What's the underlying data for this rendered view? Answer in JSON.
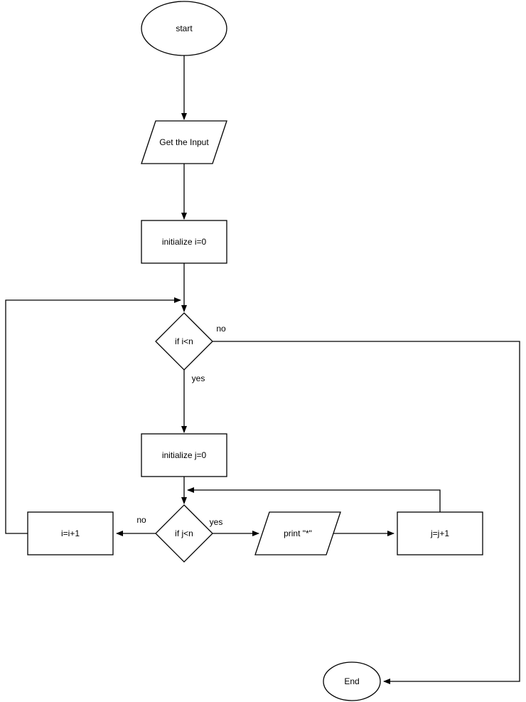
{
  "diagram": {
    "type": "flowchart",
    "background_color": "#ffffff",
    "stroke_color": "#000000",
    "shape_fill_color": "#ffffff",
    "text_color": "#000000",
    "nodes": {
      "start": {
        "label": "start",
        "shape": "terminator-ellipse"
      },
      "get_input": {
        "label": "Get the Input",
        "shape": "io-parallelogram"
      },
      "init_i": {
        "label": "initialize i=0",
        "shape": "process-rectangle"
      },
      "cond_i": {
        "label": "if i<n",
        "shape": "decision-diamond"
      },
      "init_j": {
        "label": "initialize j=0",
        "shape": "process-rectangle"
      },
      "cond_j": {
        "label": "if j<n",
        "shape": "decision-diamond"
      },
      "inc_i": {
        "label": "i=i+1",
        "shape": "process-rectangle"
      },
      "print_star": {
        "label": "print \"*\"",
        "shape": "io-parallelogram"
      },
      "inc_j": {
        "label": "j=j+1",
        "shape": "process-rectangle"
      },
      "end": {
        "label": "End",
        "shape": "terminator-ellipse"
      }
    },
    "edge_labels": {
      "cond_i_no": "no",
      "cond_i_yes": "yes",
      "cond_j_no": "no",
      "cond_j_yes": "yes"
    }
  }
}
